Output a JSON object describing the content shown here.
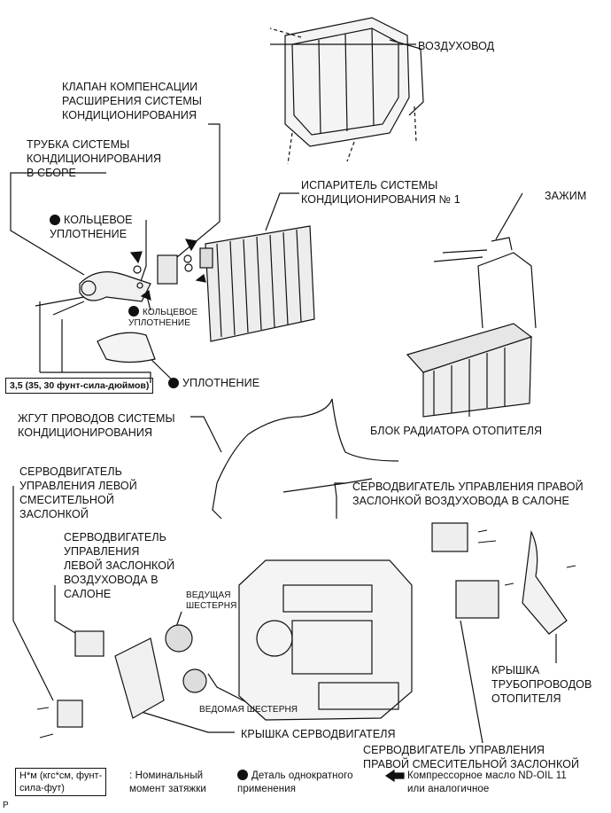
{
  "labels": {
    "duct": "ВОЗДУХОВОД",
    "valve": "КЛАПАН КОМПЕНСАЦИИ\nРАСШИРЕНИЯ СИСТЕМЫ\nКОНДИЦИОНИРОВАНИЯ",
    "tube": "ТРУБКА СИСТЕМЫ\nКОНДИЦИОНИРОВАНИЯ\nВ СБОРЕ",
    "oring1": "КОЛЬЦЕВОЕ\nУПЛОТНЕНИЕ",
    "oring2": "КОЛЬЦЕВОЕ\nУПЛОТНЕНИЕ",
    "evaporator": "ИСПАРИТЕЛЬ СИСТЕМЫ\nКОНДИЦИОНИРОВАНИЯ № 1",
    "clamp": "ЗАЖИМ",
    "torque": "3,5 (35, 30 фунт-сила-дюймов)",
    "seal": "УПЛОТНЕНИЕ",
    "harness": "ЖГУТ ПРОВОДОВ СИСТЕМЫ\nКОНДИЦИОНИРОВАНИЯ",
    "heater": "БЛОК РАДИАТОРА ОТОПИТЕЛЯ",
    "servo_left_mix": "СЕРВОДВИГАТЕЛЬ\nУПРАВЛЕНИЯ ЛЕВОЙ\nСМЕСИТЕЛЬНОЙ\nЗАСЛОНКОЙ",
    "servo_right_duct": "СЕРВОДВИГАТЕЛЬ УПРАВЛЕНИЯ ПРАВОЙ\nЗАСЛОНКОЙ ВОЗДУХОВОДА В САЛОНЕ",
    "servo_left_duct": "СЕРВОДВИГАТЕЛЬ\nУПРАВЛЕНИЯ\nЛЕВОЙ ЗАСЛОНКОЙ\nВОЗДУХОВОДА В\nСАЛОНЕ",
    "drive_gear": "ВЕДУЩАЯ\nШЕСТЕРНЯ",
    "driven_gear": "ВЕДОМАЯ ШЕСТЕРНЯ",
    "heater_cover": "КРЫШКА\nТРУБОПРОВОДОВ\nОТОПИТЕЛЯ",
    "servo_cover": "КРЫШКА СЕРВОДВИГАТЕЛЯ",
    "servo_right_mix": "СЕРВОДВИГАТЕЛЬ УПРАВЛЕНИЯ\nПРАВОЙ СМЕСИТЕЛЬНОЙ ЗАСЛОНКОЙ"
  },
  "legend": {
    "torque_unit": "Н*м (кгс*см, фунт-\nсила-фут)",
    "torque_desc": ": Номинальный\nмомент затяжки",
    "nonreuse": "Деталь однократного\nприменения",
    "oil": "Компрессорное масло ND-OIL 11\nили аналогичное"
  },
  "corner_mark": "P"
}
